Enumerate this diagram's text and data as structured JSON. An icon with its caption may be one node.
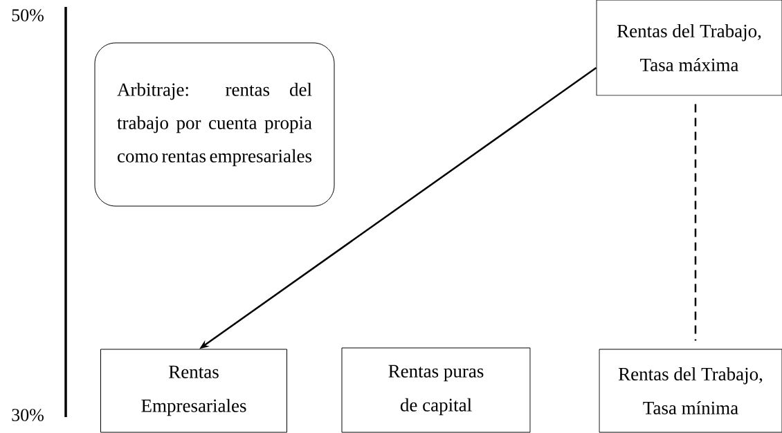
{
  "diagram": {
    "nodes": [
      {
        "text": [
          "Arbitraje: rentas del trabajo por cuenta propia como rentas empresariales"
        ]
      },
      {
        "text": [
          "Rentas del Trabajo, Tasa máxima"
        ]
      },
      {
        "text": [
          "Rentas Empresariales"
        ]
      },
      {
        "text": [
          "Rentas puras de capital"
        ]
      },
      {
        "text": [
          "Rentas del Trabajo, Tasa mínima"
        ]
      }
    ],
    "edges": [
      {
        "from": 1,
        "to": 2,
        "arrow": "to"
      },
      {
        "from": 1,
        "to": 4,
        "arrow": "none",
        "style": "dashed"
      }
    ],
    "labels": [
      "50%",
      "30%"
    ]
  }
}
